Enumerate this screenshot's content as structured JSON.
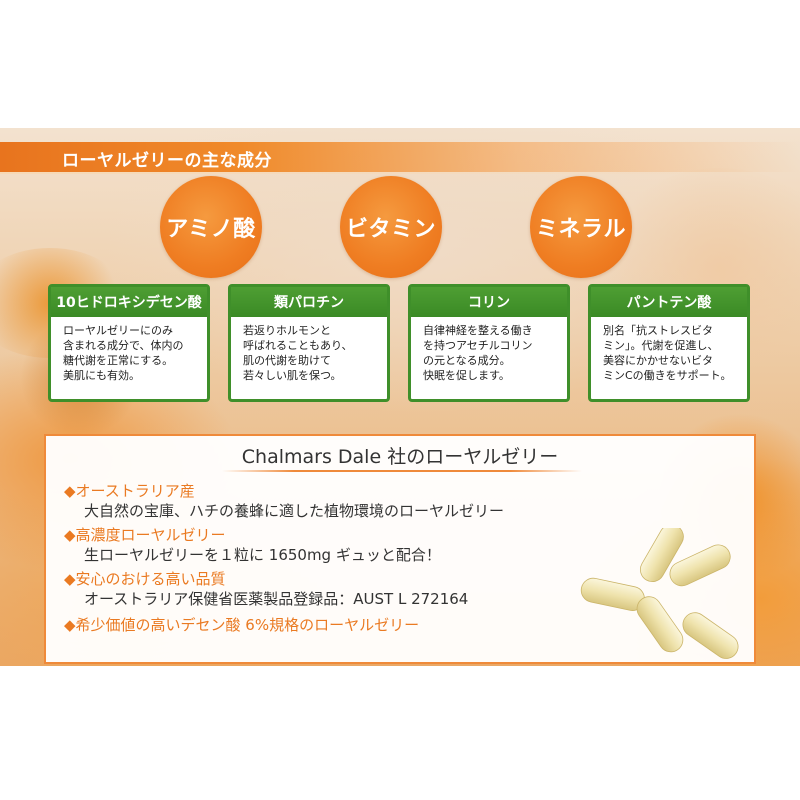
{
  "header": {
    "title": "ローヤルゼリーの主な成分"
  },
  "categories": [
    {
      "label": "アミノ酸"
    },
    {
      "label": "ビタミン"
    },
    {
      "label": "ミネラル"
    }
  ],
  "cards": [
    {
      "title": "10ヒドロキシデセン酸",
      "lines": [
        "ローヤルゼリーにのみ",
        "含まれる成分で、体内の",
        "糖代謝を正常にする。",
        "美肌にも有効。"
      ]
    },
    {
      "title": "類パロチン",
      "lines": [
        "若返りホルモンと",
        "呼ばれることもあり、",
        "肌の代謝を助けて",
        "若々しい肌を保つ。"
      ]
    },
    {
      "title": "コリン",
      "lines": [
        "自律神経を整える働き",
        "を持つアセチルコリン",
        "の元となる成分。",
        "快眠を促します。"
      ]
    },
    {
      "title": "パントテン酸",
      "lines": [
        "別名「抗ストレスビタ",
        "ミン」。代謝を促進し、",
        "美容にかかせないビタ",
        "ミンCの働きをサポート。"
      ]
    }
  ],
  "info": {
    "title": "Chalmars Dale 社のローヤルゼリー",
    "features": [
      {
        "title": "◆オーストラリア産",
        "body": "大自然の宝庫、ハチの養蜂に適した植物環境のローヤルゼリー"
      },
      {
        "title": "◆高濃度ローヤルゼリー",
        "body": "生ローヤルゼリーを１粒に 1650mg ギュッと配合！"
      },
      {
        "title": "◆安心のおける高い品質",
        "body": "オーストラリア保健省医薬製品登録品：AUST L 272164"
      },
      {
        "title": "◆希少価値の高いデセン酸 6%規格のローヤルゼリー",
        "body": ""
      }
    ]
  },
  "colors": {
    "orange": "#ef7d22",
    "green": "#3f8f2a"
  }
}
